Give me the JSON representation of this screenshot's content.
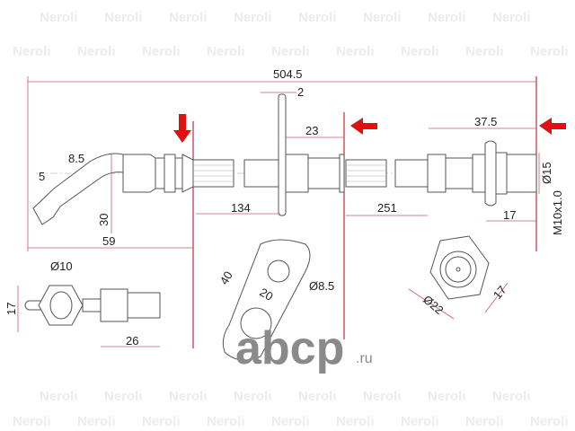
{
  "watermark": "Neroli",
  "logo": "abcp.ru",
  "colors": {
    "dimension": "#c85a6a",
    "arrow": "#e01010",
    "part": "#555555"
  },
  "dimensions": {
    "total_length": "504.5",
    "flange_thickness": "2",
    "flange_to_end": "23",
    "left_hose_section": "134",
    "right_hose_section": "251",
    "right_fitting_length": "37.5",
    "thread_length": "17",
    "thread_diameter": "Ø15",
    "thread_spec": "M10x1.0",
    "banjo_offset": "59",
    "bend_height": "30",
    "tube_width": "8.5",
    "tube_tip": "5",
    "banjo_hole": "Ø10",
    "banjo_width": "17",
    "left_fitting_length": "26",
    "bracket_length": "40",
    "bracket_hole_spacing": "20",
    "bracket_hole": "Ø8.5",
    "nut_diameter": "Ø22",
    "nut_flats": "17"
  }
}
